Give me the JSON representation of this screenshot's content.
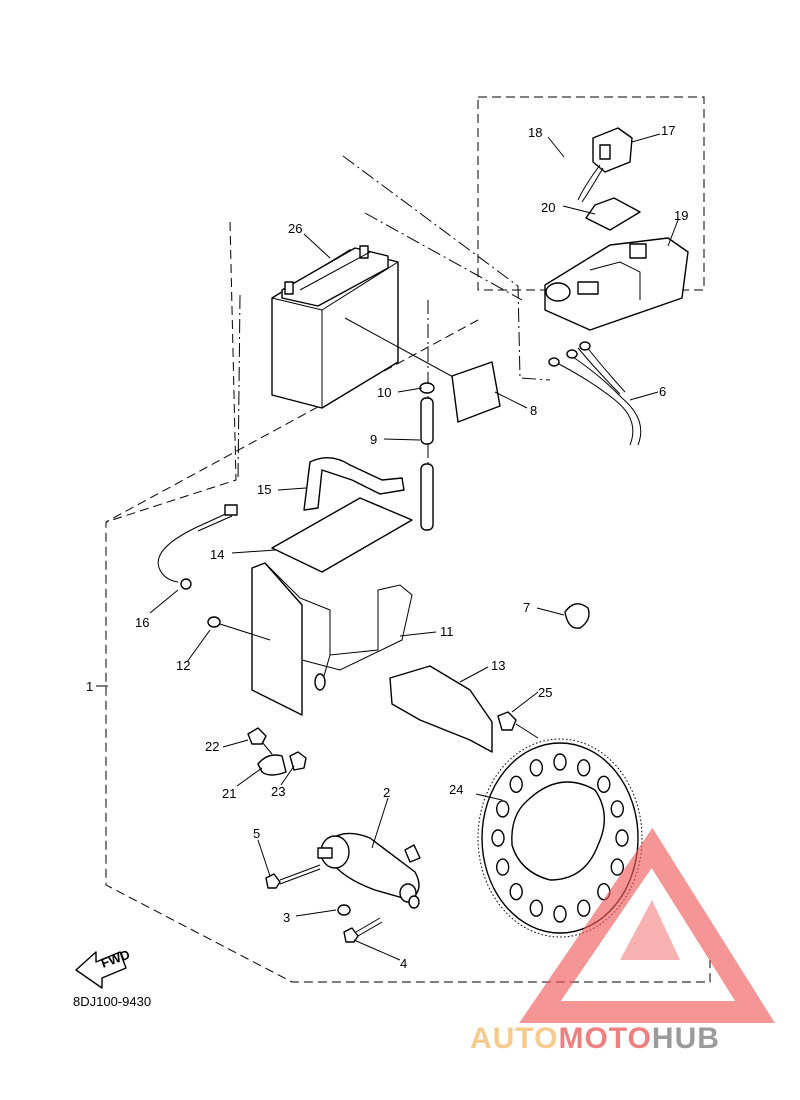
{
  "diagram": {
    "reference_code": "8DJ100-9430",
    "fwd_label": "FWD",
    "parts": [
      {
        "id": "p1",
        "label": "1"
      },
      {
        "id": "p2",
        "label": "2"
      },
      {
        "id": "p3",
        "label": "3"
      },
      {
        "id": "p4",
        "label": "4"
      },
      {
        "id": "p5",
        "label": "5"
      },
      {
        "id": "p6",
        "label": "6"
      },
      {
        "id": "p7",
        "label": "7"
      },
      {
        "id": "p8",
        "label": "8"
      },
      {
        "id": "p9",
        "label": "9"
      },
      {
        "id": "p10",
        "label": "10"
      },
      {
        "id": "p11",
        "label": "11"
      },
      {
        "id": "p12",
        "label": "12"
      },
      {
        "id": "p13",
        "label": "13"
      },
      {
        "id": "p14",
        "label": "14"
      },
      {
        "id": "p15",
        "label": "15"
      },
      {
        "id": "p16",
        "label": "16"
      },
      {
        "id": "p17",
        "label": "17"
      },
      {
        "id": "p18",
        "label": "18"
      },
      {
        "id": "p19",
        "label": "19"
      },
      {
        "id": "p20",
        "label": "20"
      },
      {
        "id": "p21",
        "label": "21"
      },
      {
        "id": "p22",
        "label": "22"
      },
      {
        "id": "p23",
        "label": "23"
      },
      {
        "id": "p24",
        "label": "24"
      },
      {
        "id": "p25",
        "label": "25"
      },
      {
        "id": "p26",
        "label": "26"
      }
    ]
  },
  "watermark": {
    "text_part1": "AUTO",
    "text_part2": "MOTO",
    "text_part3": "HUB",
    "colors": {
      "orange": "#f5c27a",
      "red": "#ee6b6b",
      "gray": "#8a8a8a",
      "triangle": "#ef5a5a"
    }
  }
}
